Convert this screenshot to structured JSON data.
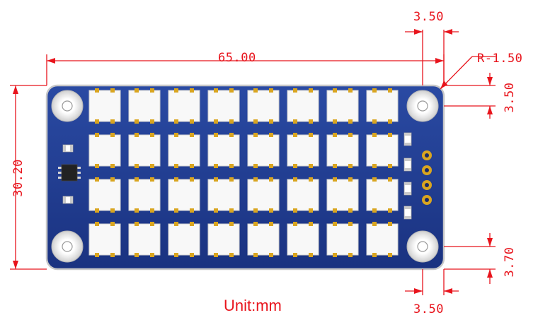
{
  "labels": {
    "width": "65.00",
    "height": "30.20",
    "hole_offset_top": "3.50",
    "corner_radius": "R-1.50",
    "hole_offset_right_top": "3.50",
    "hole_offset_right_bottom": "3.70",
    "hole_offset_bottom": "3.50",
    "unit": "Unit:mm"
  },
  "board": {
    "led_rows": 4,
    "led_cols": 8,
    "pin_count": 4
  },
  "colors": {
    "dimension_red": "#e8141c",
    "pcb_blue": "#1f3a8a",
    "led_white": "#f8f8f8",
    "pad_gold": "#d9a520"
  }
}
